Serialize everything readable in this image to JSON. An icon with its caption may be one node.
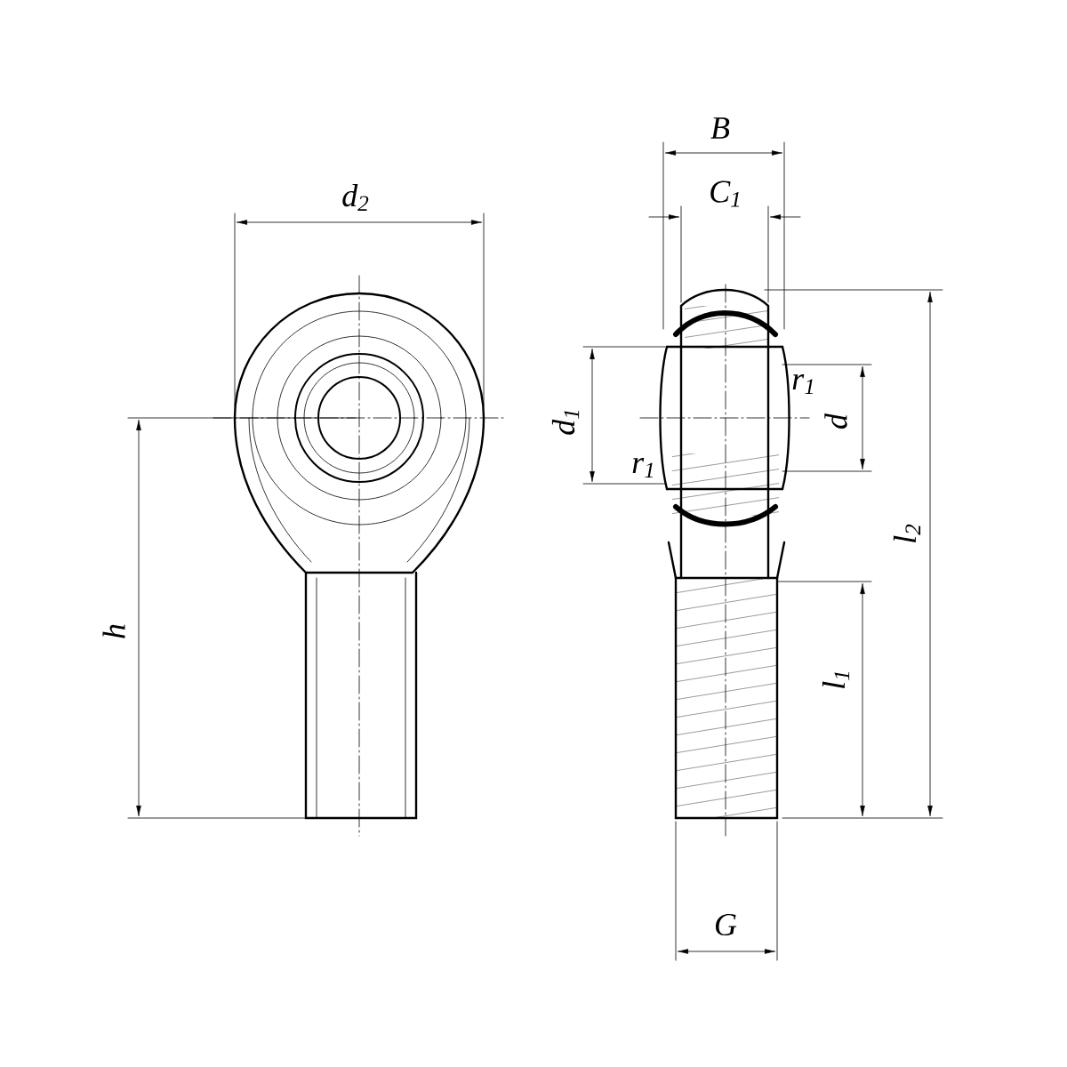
{
  "diagram": {
    "labels": [
      "B",
      "C$_{1}$",
      "d$_{2}$",
      "r$_{1}$",
      "d$_{1}$",
      "d",
      "r$_{1}$",
      "l$_{2}$",
      "h",
      "l$_{1}$",
      "G"
    ]
  }
}
